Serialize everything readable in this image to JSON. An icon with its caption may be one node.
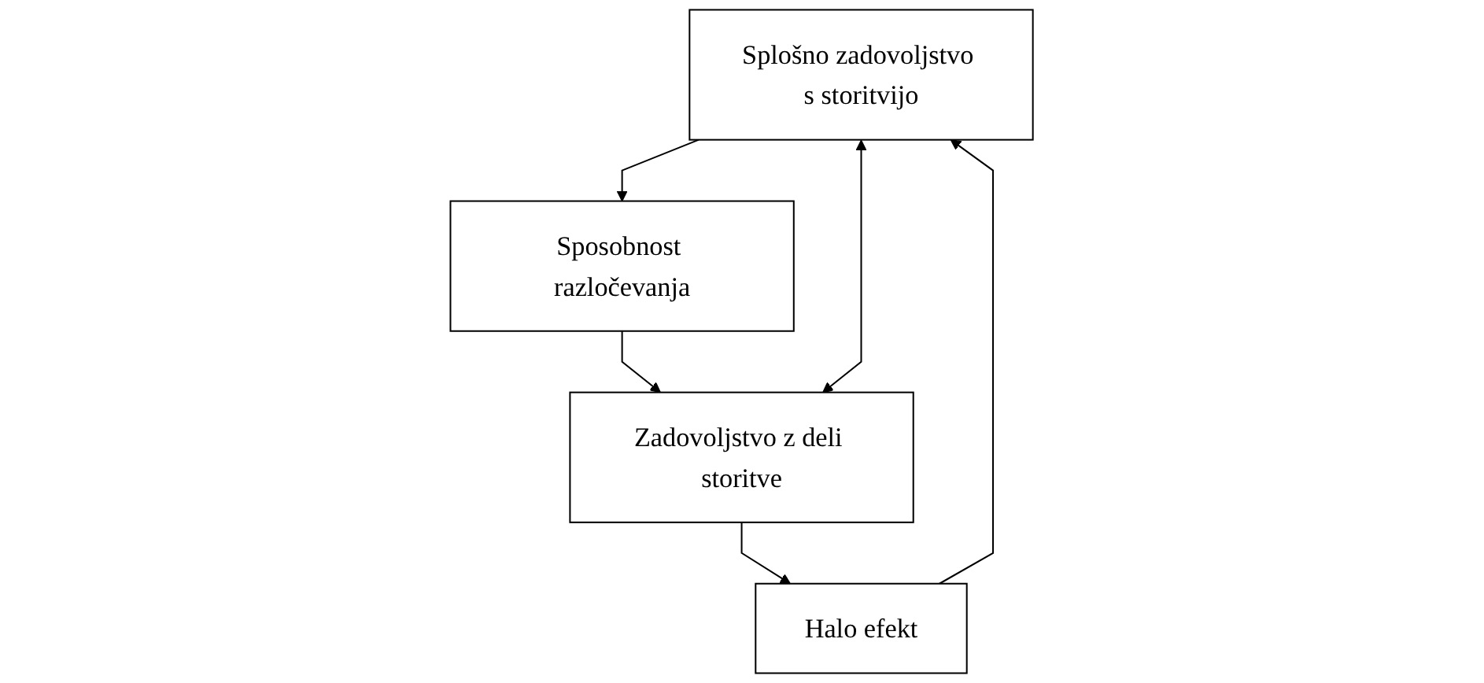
{
  "diagram": {
    "nodes": [
      {
        "text": [
          "Splošno zadovoljstvo s storitvijo"
        ]
      },
      {
        "text": [
          "Sposobnost razločevanja"
        ]
      },
      {
        "text": [
          "Halo efekt"
        ]
      },
      {
        "text": [
          "Zadovoljstvo z deli storitve"
        ]
      }
    ],
    "edges": [
      {
        "from": 0,
        "to": 1,
        "arrow": "to"
      },
      {
        "from": 1,
        "to": 3,
        "arrow": "to"
      },
      {
        "from": 3,
        "to": 2,
        "arrow": "to"
      },
      {
        "from": 2,
        "to": 0,
        "arrow": "to"
      },
      {
        "from": 0,
        "to": 3,
        "arrow": "both"
      }
    ]
  }
}
